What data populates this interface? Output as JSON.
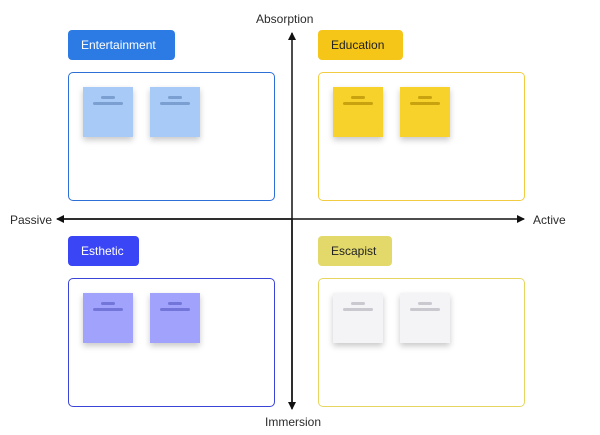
{
  "axes": {
    "top": "Absorption",
    "bottom": "Immersion",
    "left": "Passive",
    "right": "Active"
  },
  "quadrants": [
    {
      "label": "Entertainment",
      "color": "#2c7be5",
      "note_color": "#a7cbf6",
      "note_count": 2
    },
    {
      "label": "Education",
      "color": "#f5c518",
      "note_color": "#f6d22a",
      "note_count": 2
    },
    {
      "label": "Esthetic",
      "color": "#3a45f5",
      "note_color": "#a0a2fb",
      "note_count": 2
    },
    {
      "label": "Escapist",
      "color": "#e2d96a",
      "note_color": "#f4f4f6",
      "note_count": 2
    }
  ]
}
